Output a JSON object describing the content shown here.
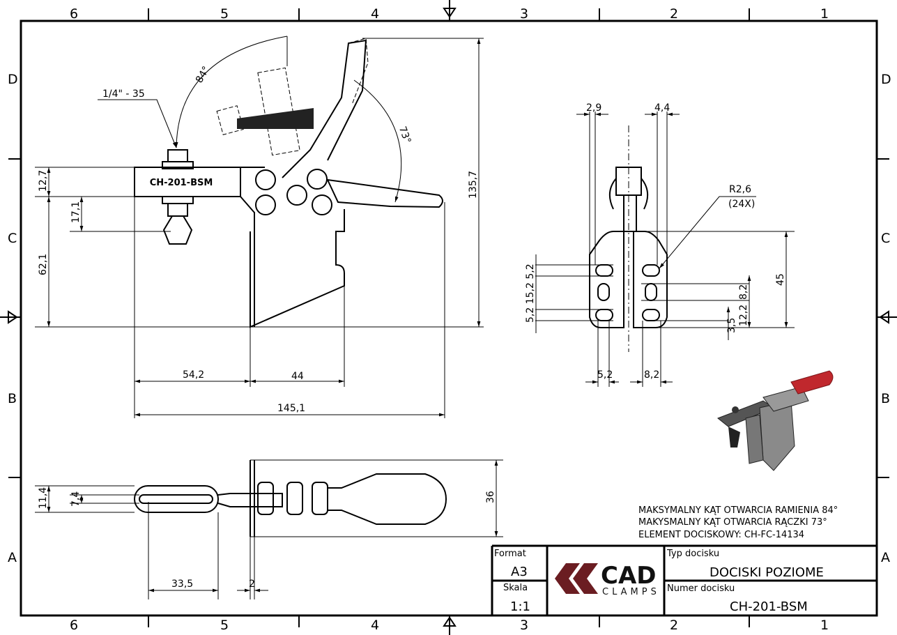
{
  "zones": {
    "columns": [
      "6",
      "5",
      "4",
      "3",
      "2",
      "1"
    ],
    "rows": [
      "D",
      "C",
      "B",
      "A"
    ]
  },
  "front_view": {
    "part_label": "CH-201-BSM",
    "thread_label": "1/4\" - 35",
    "angle_arm": "84°",
    "angle_handle": "73°",
    "dims": {
      "d12_7": "12,7",
      "d17_1": "17,1",
      "d62_1": "62,1",
      "d135_7": "135,7",
      "d54_2": "54,2",
      "d44": "44",
      "d145_1": "145,1"
    }
  },
  "side_view": {
    "dims": {
      "d2_9": "2,9",
      "d4_4": "4,4",
      "radius": "R2,6",
      "radius_count": "(24X)",
      "d45": "45",
      "left_stack": "5,2 15,2 5,2",
      "d8_2v": "8,2",
      "d12_2": "12,2",
      "d3_5": "3,5",
      "d5_2h": "5,2",
      "d8_2h": "8,2"
    }
  },
  "top_view": {
    "dims": {
      "d11_4": "11,4",
      "d7_4": "7,4",
      "d36": "36",
      "d33_5": "33,5",
      "d2": "2"
    }
  },
  "notes": [
    "MAKSYMALNY KĄT OTWARCIA RAMIENIA 84°",
    "MAKYSMALNY KĄT OTWARCIA RĄCZKI 73°",
    "ELEMENT DOCISKOWY: CH-FC-14134"
  ],
  "title_block": {
    "format_label": "Format",
    "format_value": "A3",
    "scale_label": "Skala",
    "scale_value": "1:1",
    "type_label": "Typ docisku",
    "type_value": "DOCISKI POZIOME",
    "number_label": "Numer docisku",
    "number_value": "CH-201-BSM",
    "logo_main": "CAD",
    "logo_sub": "CLAMPS",
    "logo_color": "#6b1d22"
  },
  "colors": {
    "handle_red": "#c0282d"
  }
}
